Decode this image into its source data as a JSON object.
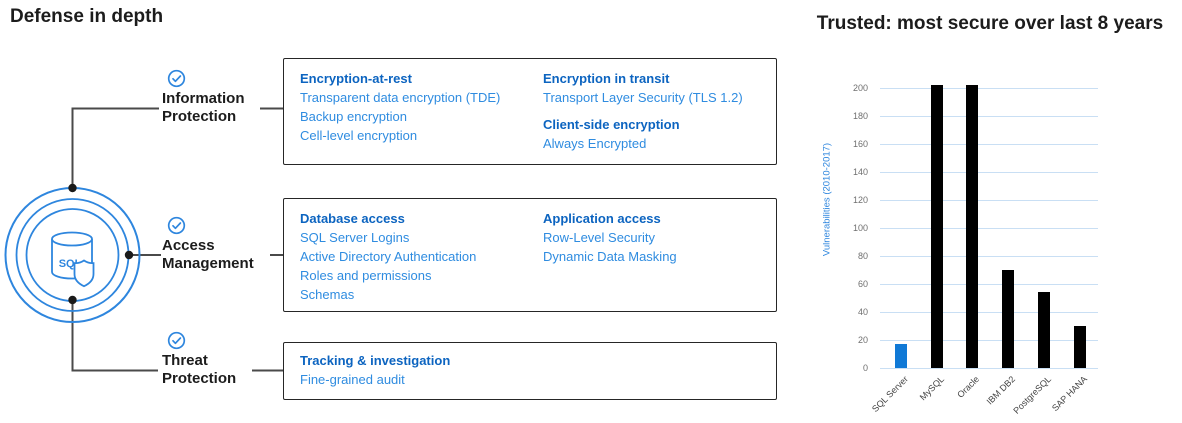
{
  "left_panel": {
    "title": "Defense in depth",
    "sql_icon_label": "SQL",
    "layers": [
      {
        "id": "information-protection",
        "line1": "Information",
        "line2": "Protection"
      },
      {
        "id": "access-management",
        "line1": "Access",
        "line2": "Management"
      },
      {
        "id": "threat-protection",
        "line1": "Threat",
        "line2": "Protection"
      }
    ],
    "boxes": [
      {
        "name": "information-protection-box",
        "columns": [
          {
            "lines": [
              {
                "text": "Encryption-at-rest",
                "bold": true
              },
              {
                "text": "Transparent data encryption (TDE)"
              },
              {
                "text": "Backup encryption"
              },
              {
                "text": "Cell-level encryption"
              }
            ]
          },
          {
            "lines": [
              {
                "text": "Encryption in transit",
                "bold": true
              },
              {
                "text": "Transport Layer Security (TLS 1.2)"
              },
              {
                "text": "Client-side encryption",
                "bold": true,
                "gap": true
              },
              {
                "text": "Always Encrypted"
              }
            ]
          }
        ]
      },
      {
        "name": "access-management-box",
        "columns": [
          {
            "lines": [
              {
                "text": "Database access",
                "bold": true
              },
              {
                "text": "SQL Server Logins"
              },
              {
                "text": "Active Directory Authentication"
              },
              {
                "text": "Roles and permissions"
              },
              {
                "text": "Schemas"
              }
            ]
          },
          {
            "lines": [
              {
                "text": "Application access",
                "bold": true
              },
              {
                "text": "Row-Level Security"
              },
              {
                "text": "Dynamic Data Masking"
              }
            ]
          }
        ]
      },
      {
        "name": "threat-protection-box",
        "columns": [
          {
            "lines": [
              {
                "text": "Tracking & investigation",
                "bold": true
              },
              {
                "text": "Fine-grained audit"
              }
            ]
          }
        ]
      }
    ]
  },
  "right_panel": {
    "title": "Trusted: most secure over last 8 years"
  },
  "chart_data": {
    "type": "bar",
    "title": "Trusted: most secure over last 8 years",
    "ylabel": "Vulnerabilities (2010-2017)",
    "xlabel": "",
    "categories": [
      "SQL Server",
      "MySQL",
      "Oracle",
      "IBM DB2",
      "PostgreSQL",
      "SAP HANA"
    ],
    "values": [
      17,
      200,
      200,
      70,
      54,
      30
    ],
    "bars_clipped_at_top": [
      "MySQL",
      "Oracle"
    ],
    "ylim": [
      0,
      200
    ],
    "ytick_step": 20,
    "grid": true,
    "legend": "none",
    "bar_colors": [
      "#1079d6",
      "#000000",
      "#000000",
      "#000000",
      "#000000",
      "#000000"
    ],
    "highlight_category": "SQL Server"
  },
  "colors": {
    "accent_blue": "#2e86de",
    "header_blue": "#0c64c0",
    "item_blue": "#2f8ce0",
    "highlight_bar_blue": "#1079d6",
    "bar_black": "#000000",
    "gridline_blue": "#c9dff4",
    "connector_gray": "#4a4a4a",
    "text_black": "#1c1c1c"
  }
}
